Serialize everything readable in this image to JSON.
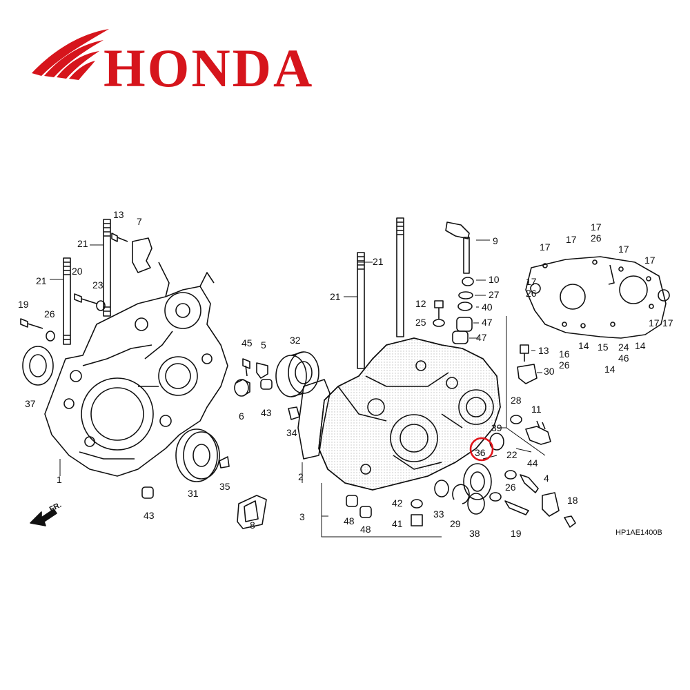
{
  "brand": {
    "name": "HONDA",
    "color": "#d6151c",
    "logo_icon": "honda-wing-icon"
  },
  "diagram": {
    "code": "HP1AE1400B",
    "direction_label": "FR.",
    "highlight_color": "#e0141a",
    "highlighted_part": "36",
    "callouts": [
      {
        "id": "c13a",
        "label": "13"
      },
      {
        "id": "c7",
        "label": "7"
      },
      {
        "id": "c21a",
        "label": "21"
      },
      {
        "id": "c21b",
        "label": "21"
      },
      {
        "id": "c20",
        "label": "20"
      },
      {
        "id": "c23",
        "label": "23"
      },
      {
        "id": "c19a",
        "label": "19"
      },
      {
        "id": "c26a",
        "label": "26"
      },
      {
        "id": "c37",
        "label": "37"
      },
      {
        "id": "c45",
        "label": "45"
      },
      {
        "id": "c5",
        "label": "5"
      },
      {
        "id": "c32",
        "label": "32"
      },
      {
        "id": "c6",
        "label": "6"
      },
      {
        "id": "c43a",
        "label": "43"
      },
      {
        "id": "c34",
        "label": "34"
      },
      {
        "id": "c31",
        "label": "31"
      },
      {
        "id": "c35",
        "label": "35"
      },
      {
        "id": "c1",
        "label": "1"
      },
      {
        "id": "c43b",
        "label": "43"
      },
      {
        "id": "c8",
        "label": "8"
      },
      {
        "id": "c2",
        "label": "2"
      },
      {
        "id": "c3",
        "label": "3"
      },
      {
        "id": "c21c",
        "label": "21"
      },
      {
        "id": "c21d",
        "label": "21"
      },
      {
        "id": "c9",
        "label": "9"
      },
      {
        "id": "c10",
        "label": "10"
      },
      {
        "id": "c27",
        "label": "27"
      },
      {
        "id": "c12",
        "label": "12"
      },
      {
        "id": "c40",
        "label": "40"
      },
      {
        "id": "c25",
        "label": "25"
      },
      {
        "id": "c47a",
        "label": "47"
      },
      {
        "id": "c47b",
        "label": "47"
      },
      {
        "id": "c13b",
        "label": "13"
      },
      {
        "id": "c30",
        "label": "30"
      },
      {
        "id": "c28",
        "label": "28"
      },
      {
        "id": "c11",
        "label": "11"
      },
      {
        "id": "c39",
        "label": "39"
      },
      {
        "id": "c36",
        "label": "36"
      },
      {
        "id": "c22",
        "label": "22"
      },
      {
        "id": "c44",
        "label": "44"
      },
      {
        "id": "c4",
        "label": "4"
      },
      {
        "id": "c26b",
        "label": "26"
      },
      {
        "id": "c18",
        "label": "18"
      },
      {
        "id": "c19b",
        "label": "19"
      },
      {
        "id": "c42",
        "label": "42"
      },
      {
        "id": "c41",
        "label": "41"
      },
      {
        "id": "c33",
        "label": "33"
      },
      {
        "id": "c29",
        "label": "29"
      },
      {
        "id": "c38",
        "label": "38"
      },
      {
        "id": "c48a",
        "label": "48"
      },
      {
        "id": "c48b",
        "label": "48"
      },
      {
        "id": "c17a",
        "label": "17"
      },
      {
        "id": "c26c",
        "label": "26"
      },
      {
        "id": "c17b",
        "label": "17"
      },
      {
        "id": "c17c",
        "label": "17"
      },
      {
        "id": "c17d",
        "label": "17"
      },
      {
        "id": "c17e",
        "label": "17"
      },
      {
        "id": "c17f",
        "label": "17"
      },
      {
        "id": "c26d",
        "label": "26"
      },
      {
        "id": "c17g",
        "label": "17"
      },
      {
        "id": "c16",
        "label": "16"
      },
      {
        "id": "c26e",
        "label": "26"
      },
      {
        "id": "c14a",
        "label": "14"
      },
      {
        "id": "c15",
        "label": "15"
      },
      {
        "id": "c14b",
        "label": "14"
      },
      {
        "id": "c24",
        "label": "24"
      },
      {
        "id": "c46",
        "label": "46"
      },
      {
        "id": "c14c",
        "label": "14"
      },
      {
        "id": "c17h",
        "label": "17"
      }
    ]
  }
}
